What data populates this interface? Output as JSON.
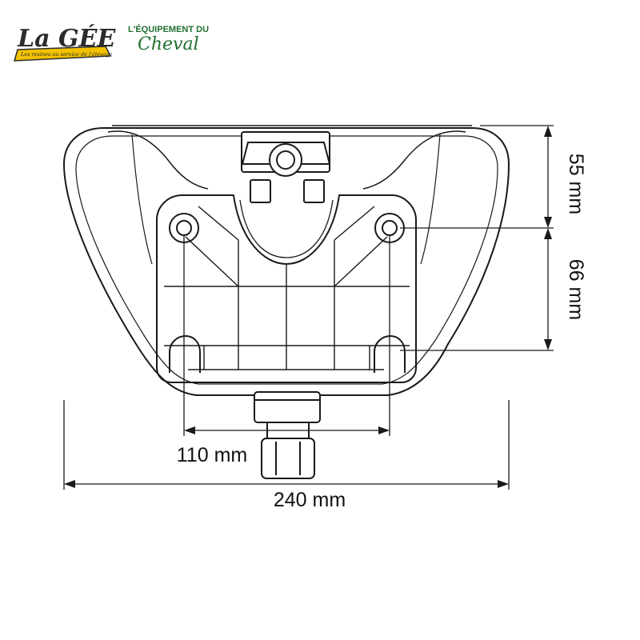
{
  "branding": {
    "logo_main": "La GÉE",
    "logo_tagline": "Les résines au service de l'élevage",
    "partner_line1": "L'ÉQUIPEMENT DU",
    "partner_line2": "Cheval",
    "colors": {
      "yellow": "#f2c200",
      "dark": "#2b2b2b",
      "green": "#1f6f2e"
    }
  },
  "dimensions": {
    "width_total": "240 mm",
    "mount_spacing": "110 mm",
    "top_to_holes": "55 mm",
    "hole_spacing": "66 mm"
  },
  "colors": {
    "line": "#1a1a1a",
    "background": "#ffffff"
  }
}
